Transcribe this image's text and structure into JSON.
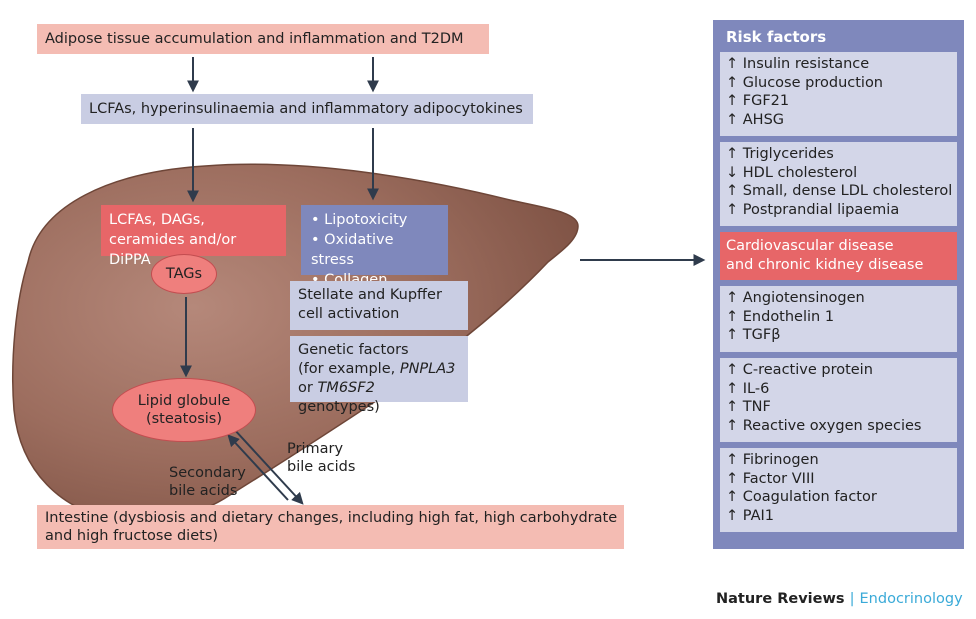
{
  "top_box": "Adipose tissue accumulation and inflammation and T2DM",
  "second_box": "LCFAs, hyperinsulinaemia and inflammatory adipocytokines",
  "lipid_box": [
    "LCFAs, DAGs,",
    "ceramides and/or DiPPA"
  ],
  "tags_oval": "TAGs",
  "stress_box": [
    "• Lipotoxicity",
    "• Oxidative stress",
    "• Collagen matrix"
  ],
  "stellate_box": [
    "Stellate and Kupffer",
    "cell activation"
  ],
  "genetic_box": {
    "line1": "Genetic factors",
    "line2_pre": "(for example, ",
    "gene1": "PNPLA3",
    "line3_pre": "or ",
    "gene2": "TM6SF2",
    "line3_post": " genotypes)"
  },
  "lipid_globule": [
    "Lipid globule",
    "(steatosis)"
  ],
  "primary_label": [
    "Primary",
    "bile acids"
  ],
  "secondary_label": [
    "Secondary",
    "bile acids"
  ],
  "intestine_box": [
    "Intestine (dysbiosis and dietary changes, including high fat, high carbohydrate",
    "and high fructose diets)"
  ],
  "risk_factors": {
    "title": "Risk factors",
    "groups": [
      {
        "items": [
          "↑ Insulin resistance",
          "↑ Glucose production",
          "↑ FGF21",
          "↑ AHSG"
        ]
      },
      {
        "items": [
          "↑ Triglycerides",
          "↓ HDL cholesterol",
          "↑ Small, dense LDL cholesterol",
          "↑ Postprandial lipaemia"
        ]
      },
      {
        "items": [
          "Cardiovascular disease",
          "and chronic kidney disease"
        ],
        "highlight": true
      },
      {
        "items": [
          "↑ Angiotensinogen",
          "↑ Endothelin 1",
          "↑ TGFβ"
        ]
      },
      {
        "items": [
          "↑ C-reactive protein",
          "↑ IL-6",
          "↑ TNF",
          "↑ Reactive oxygen species"
        ]
      },
      {
        "items": [
          "↑ Fibrinogen",
          "↑ Factor VIII",
          "↑ Coagulation factor",
          "↑ PAI1"
        ]
      }
    ]
  },
  "credit": {
    "publisher": "Nature Reviews",
    "separator": "|",
    "journal": "Endocrinology"
  },
  "colors": {
    "liver": "#9a6b5c",
    "liver_dark": "#6e4638",
    "pink": "#f4bcb3",
    "lavender": "#c9cde3",
    "red": "#e76668",
    "blue": "#7f88bc",
    "arrow": "#2f3b4c"
  }
}
